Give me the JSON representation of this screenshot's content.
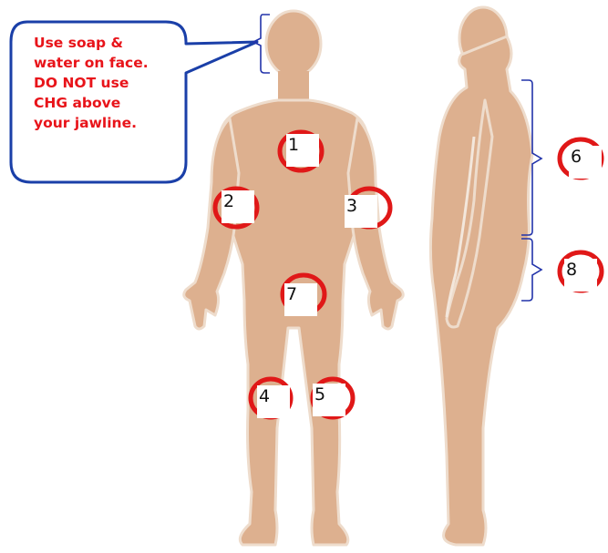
{
  "callout": {
    "lines": [
      "Use soap &",
      "water on face.",
      "DO NOT use",
      "CHG above",
      "your jawline."
    ]
  },
  "markers": [
    {
      "id": "marker-1",
      "label": "1"
    },
    {
      "id": "marker-2",
      "label": "2"
    },
    {
      "id": "marker-3",
      "label": "3"
    },
    {
      "id": "marker-4",
      "label": "4"
    },
    {
      "id": "marker-5",
      "label": "5"
    },
    {
      "id": "marker-6",
      "label": "6"
    },
    {
      "id": "marker-7",
      "label": "7"
    },
    {
      "id": "marker-8",
      "label": "8"
    }
  ],
  "colors": {
    "skin": "#ddb08f",
    "skin_outline": "#eedccc",
    "callout_border": "#1a3fa8",
    "callout_text": "#e8141a",
    "circle": "#e01818",
    "bracket": "#2233aa"
  }
}
